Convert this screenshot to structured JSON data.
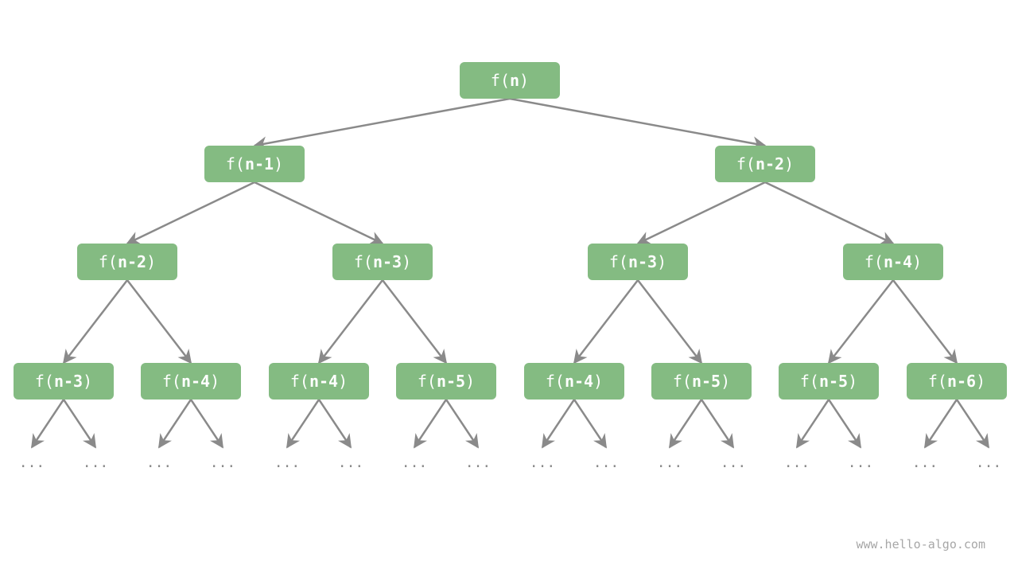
{
  "tree": {
    "nodes": [
      {
        "id": "n0",
        "label": "f(n)",
        "arg": "n"
      },
      {
        "id": "n1",
        "label": "f(n-1)",
        "arg": "n-1"
      },
      {
        "id": "n2",
        "label": "f(n-2)",
        "arg": "n-2"
      },
      {
        "id": "n3",
        "label": "f(n-2)",
        "arg": "n-2"
      },
      {
        "id": "n4",
        "label": "f(n-3)",
        "arg": "n-3"
      },
      {
        "id": "n5",
        "label": "f(n-3)",
        "arg": "n-3"
      },
      {
        "id": "n6",
        "label": "f(n-4)",
        "arg": "n-4"
      },
      {
        "id": "n7",
        "label": "f(n-3)",
        "arg": "n-3"
      },
      {
        "id": "n8",
        "label": "f(n-4)",
        "arg": "n-4"
      },
      {
        "id": "n9",
        "label": "f(n-4)",
        "arg": "n-4"
      },
      {
        "id": "n10",
        "label": "f(n-5)",
        "arg": "n-5"
      },
      {
        "id": "n11",
        "label": "f(n-4)",
        "arg": "n-4"
      },
      {
        "id": "n12",
        "label": "f(n-5)",
        "arg": "n-5"
      },
      {
        "id": "n13",
        "label": "f(n-5)",
        "arg": "n-5"
      },
      {
        "id": "n14",
        "label": "f(n-6)",
        "arg": "n-6"
      }
    ],
    "edges": [
      [
        "n0",
        "n1"
      ],
      [
        "n0",
        "n2"
      ],
      [
        "n1",
        "n3"
      ],
      [
        "n1",
        "n4"
      ],
      [
        "n2",
        "n5"
      ],
      [
        "n2",
        "n6"
      ],
      [
        "n3",
        "n7"
      ],
      [
        "n3",
        "n8"
      ],
      [
        "n4",
        "n9"
      ],
      [
        "n4",
        "n10"
      ],
      [
        "n5",
        "n11"
      ],
      [
        "n5",
        "n12"
      ],
      [
        "n6",
        "n13"
      ],
      [
        "n6",
        "n14"
      ]
    ],
    "ellipsis": "..."
  },
  "colors": {
    "node_fill": "#84bb82",
    "node_text": "#ffffff",
    "edge": "#8a8a8a",
    "ellipsis": "#8a8a8a",
    "watermark": "#a7a7a7"
  },
  "watermark": "www.hello-algo.com"
}
